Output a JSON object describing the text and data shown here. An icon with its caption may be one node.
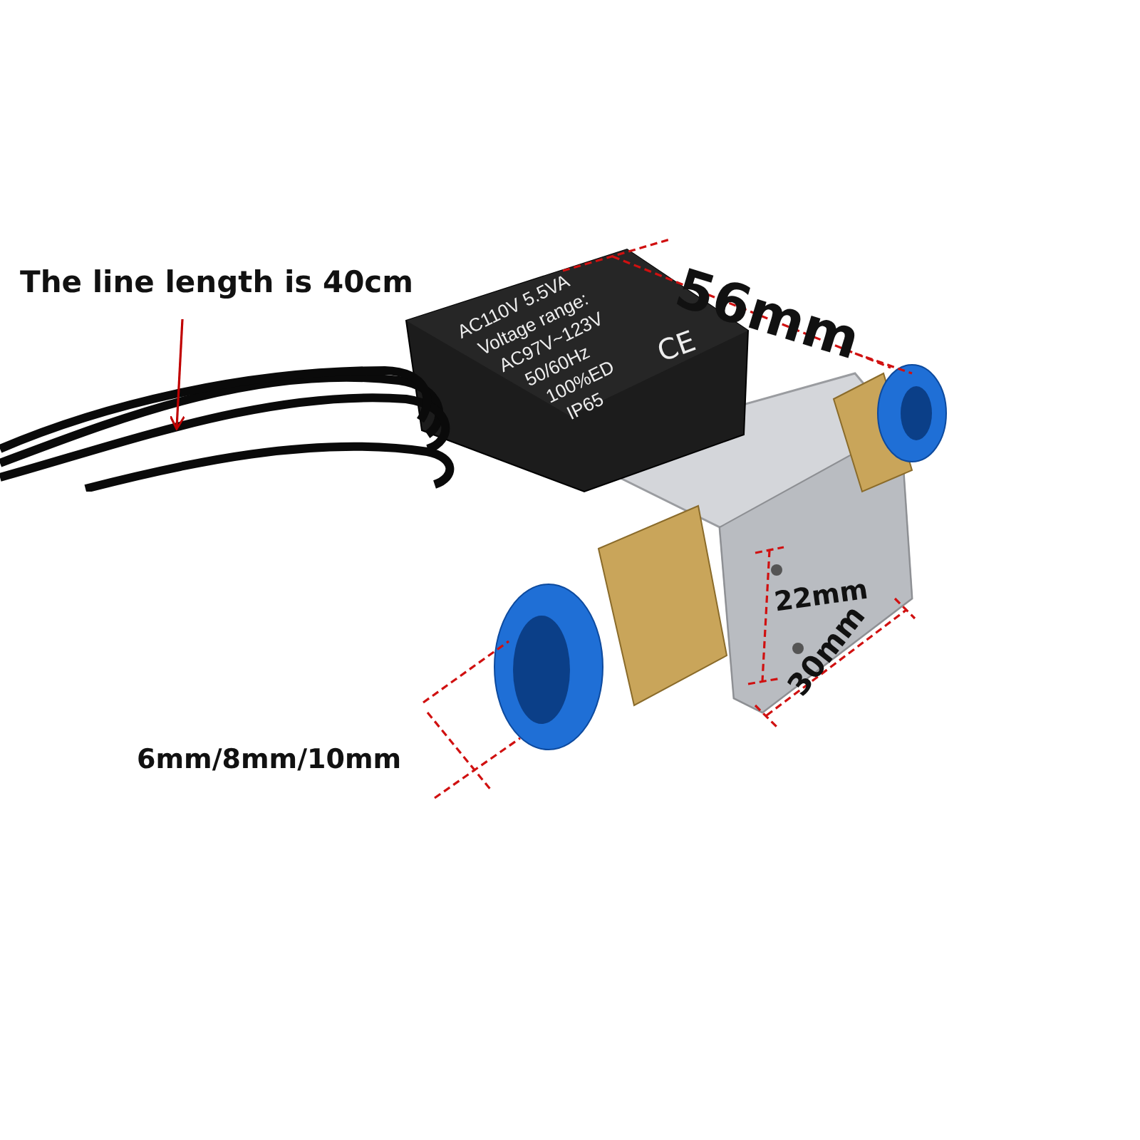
{
  "diagram": {
    "nodes": [
      {
        "text": [
          "The line length is 40cm"
        ]
      },
      {
        "text": [],
        "shape": "picture"
      }
    ],
    "edges": [
      {
        "from": 0,
        "to": 1,
        "arrow": "to"
      }
    ],
    "labels": [
      "AC110V 5.5VA",
      "Voltage range:",
      "AC97V~123V",
      "50/60Hz",
      "100%ED",
      "IP65",
      "CE",
      "56mm",
      "22mm",
      "30mm",
      "6mm/8mm/10mm"
    ]
  }
}
